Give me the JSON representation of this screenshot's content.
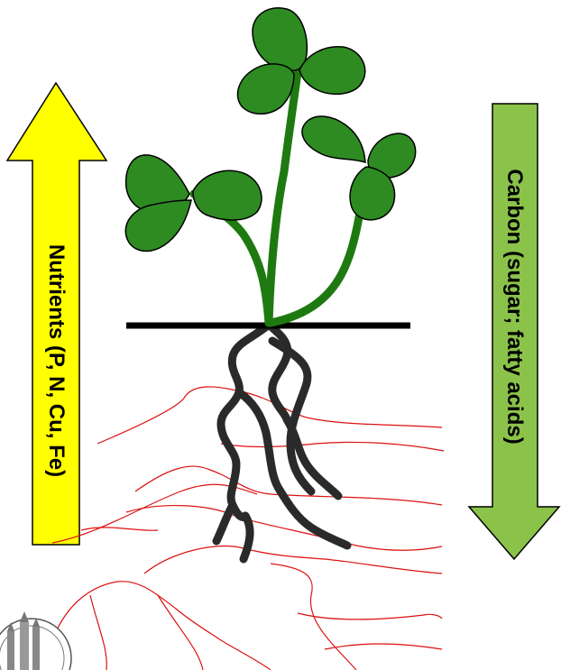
{
  "left_arrow": {
    "label": "Nutrients (P, N, Cu, Fe)",
    "fill": "#ffff00",
    "direction": "up"
  },
  "right_arrow": {
    "label": "Carbon (sugar; fatty acids)",
    "fill": "#8bc34a",
    "direction": "down"
  },
  "colors": {
    "leaf": "#2e8b22",
    "stem": "#1e7a10",
    "root": "#2a2a2a",
    "hyphae": "#dd1111",
    "soil_line": "#000000"
  }
}
